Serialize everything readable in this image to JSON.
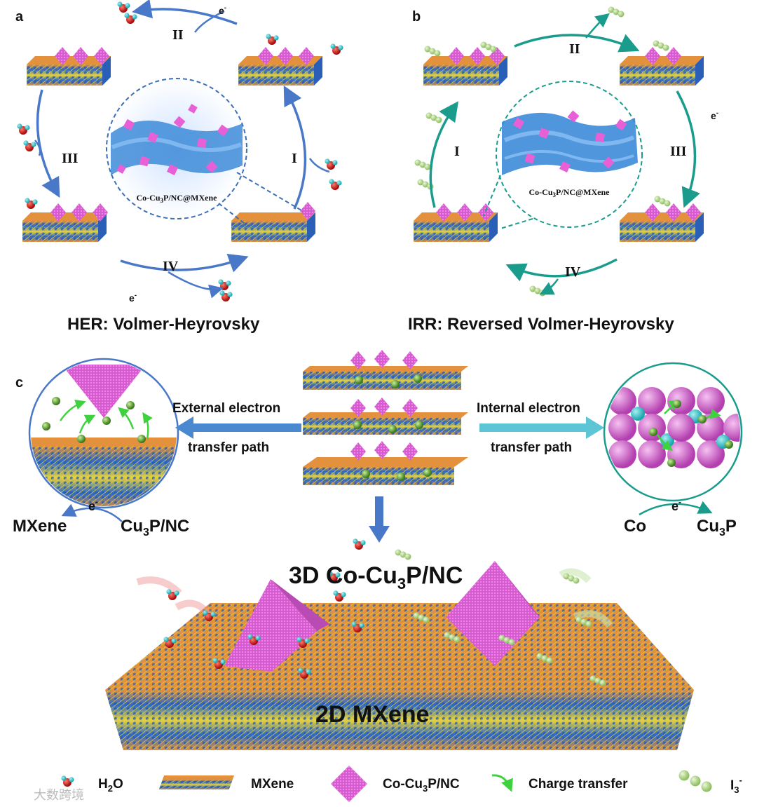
{
  "colors": {
    "blue_arrow": "#4a78c8",
    "teal_arrow": "#1a9c8c",
    "light_teal_arrow": "#5cc6d6",
    "mxene_blue": "#2a67c9",
    "mxene_orange": "#e3913c",
    "mxene_yellow": "#e8d23a",
    "cu3p_magenta": "#d65ad0",
    "water_red": "#c41414",
    "water_cyan": "#28c6c0",
    "iodine_green": "#b3d98c",
    "charge_green": "#3fd23f"
  },
  "panel_a": {
    "letter": "a",
    "steps": [
      "I",
      "II",
      "III",
      "IV"
    ],
    "electron": "e",
    "electron_sup": "-",
    "inset_label_pre": "Co-Cu",
    "inset_label_sub": "3",
    "inset_label_post": "P/NC@MXene",
    "caption": "HER: Volmer-Heyrovsky"
  },
  "panel_b": {
    "letter": "b",
    "steps": [
      "I",
      "II",
      "III",
      "IV"
    ],
    "electron": "e",
    "electron_sup": "-",
    "inset_label_pre": "Co-Cu",
    "inset_label_sub": "3",
    "inset_label_post": "P/NC@MXene",
    "caption": "IRR:  Reversed Volmer-Heyrovsky"
  },
  "panel_c": {
    "letter": "c",
    "external_line1": "External electron",
    "external_line2": "transfer path",
    "internal_line1": "Internal electron",
    "internal_line2": "transfer path",
    "left_from": "MXene",
    "left_to_pre": "Cu",
    "left_to_sub": "3",
    "left_to_post": "P/NC",
    "right_from": "Co",
    "right_to_pre": "Cu",
    "right_to_sub": "3",
    "right_to_post": "P",
    "electron": "e",
    "electron_sup": "-",
    "big_label_pre": "3D Co-Cu",
    "big_label_sub": "3",
    "big_label_post": "P/NC",
    "base_label": "2D MXene"
  },
  "legend": {
    "h2o_pre": "H",
    "h2o_sub": "2",
    "h2o_post": "O",
    "mxene": "MXene",
    "cu3p_pre": "Co-Cu",
    "cu3p_sub": "3",
    "cu3p_post": "P/NC",
    "charge": "Charge transfer",
    "iodide_pre": "I",
    "iodide_sub": "3",
    "iodide_sup": "-"
  },
  "watermark": "大数跨境"
}
